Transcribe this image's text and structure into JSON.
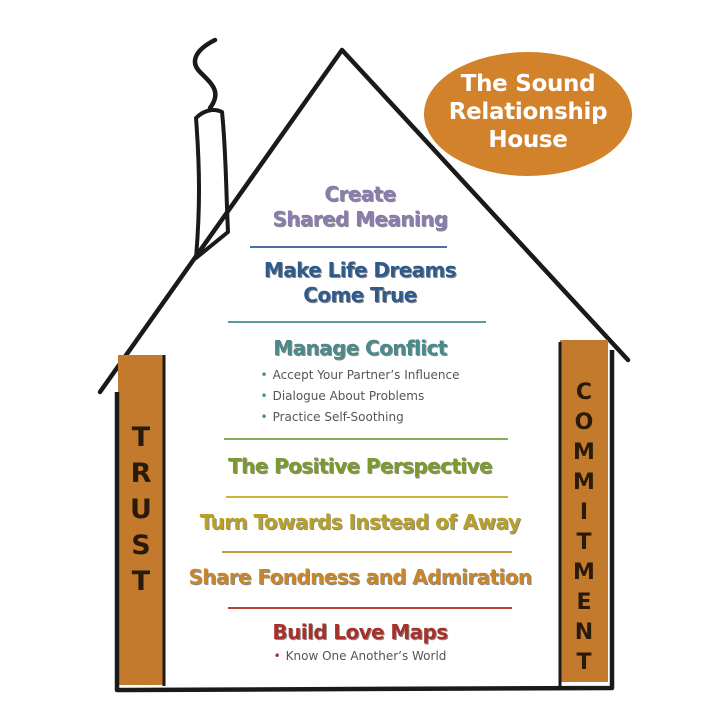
{
  "title_badge": {
    "text": "The Sound\nRelationship\nHouse",
    "color": "#d2822a"
  },
  "pillars": {
    "left": {
      "label": "TRUST",
      "color": "#c47a2c"
    },
    "right": {
      "label": "COMMITMENT",
      "color": "#c47a2c"
    }
  },
  "levels": [
    {
      "title": "Create\nShared Meaning",
      "color": "#8a7cae",
      "divider_color": "#4a6ea8",
      "bullet_color": "#8a7cae",
      "bullets": []
    },
    {
      "title": "Make Life Dreams\nCome True",
      "color": "#2f5b8c",
      "divider_color": "#5a9a9a",
      "bullet_color": "#2f5b8c",
      "bullets": []
    },
    {
      "title": "Manage Conflict",
      "color": "#4a8a8a",
      "divider_color": "#8aae5a",
      "bullet_color": "#4a8a8a",
      "bullets": [
        "Accept Your Partner’s Influence",
        "Dialogue About Problems",
        "Practice Self-Soothing"
      ]
    },
    {
      "title": "The Positive Perspective",
      "color": "#7e9a2e",
      "divider_color": "#c8b43a",
      "bullet_color": "#7e9a2e",
      "bullets": []
    },
    {
      "title": "Turn Towards Instead of Away",
      "color": "#b8a12a",
      "divider_color": "#c89a3a",
      "bullet_color": "#b8a12a",
      "bullets": []
    },
    {
      "title": "Share Fondness and Admiration",
      "color": "#c8862a",
      "divider_color": "#b8453a",
      "bullet_color": "#c8862a",
      "bullets": []
    },
    {
      "title": "Build Love Maps",
      "color": "#a8302a",
      "divider_color": "",
      "bullet_color": "#a8302a",
      "bullets": [
        "Know One Another’s World"
      ]
    }
  ]
}
